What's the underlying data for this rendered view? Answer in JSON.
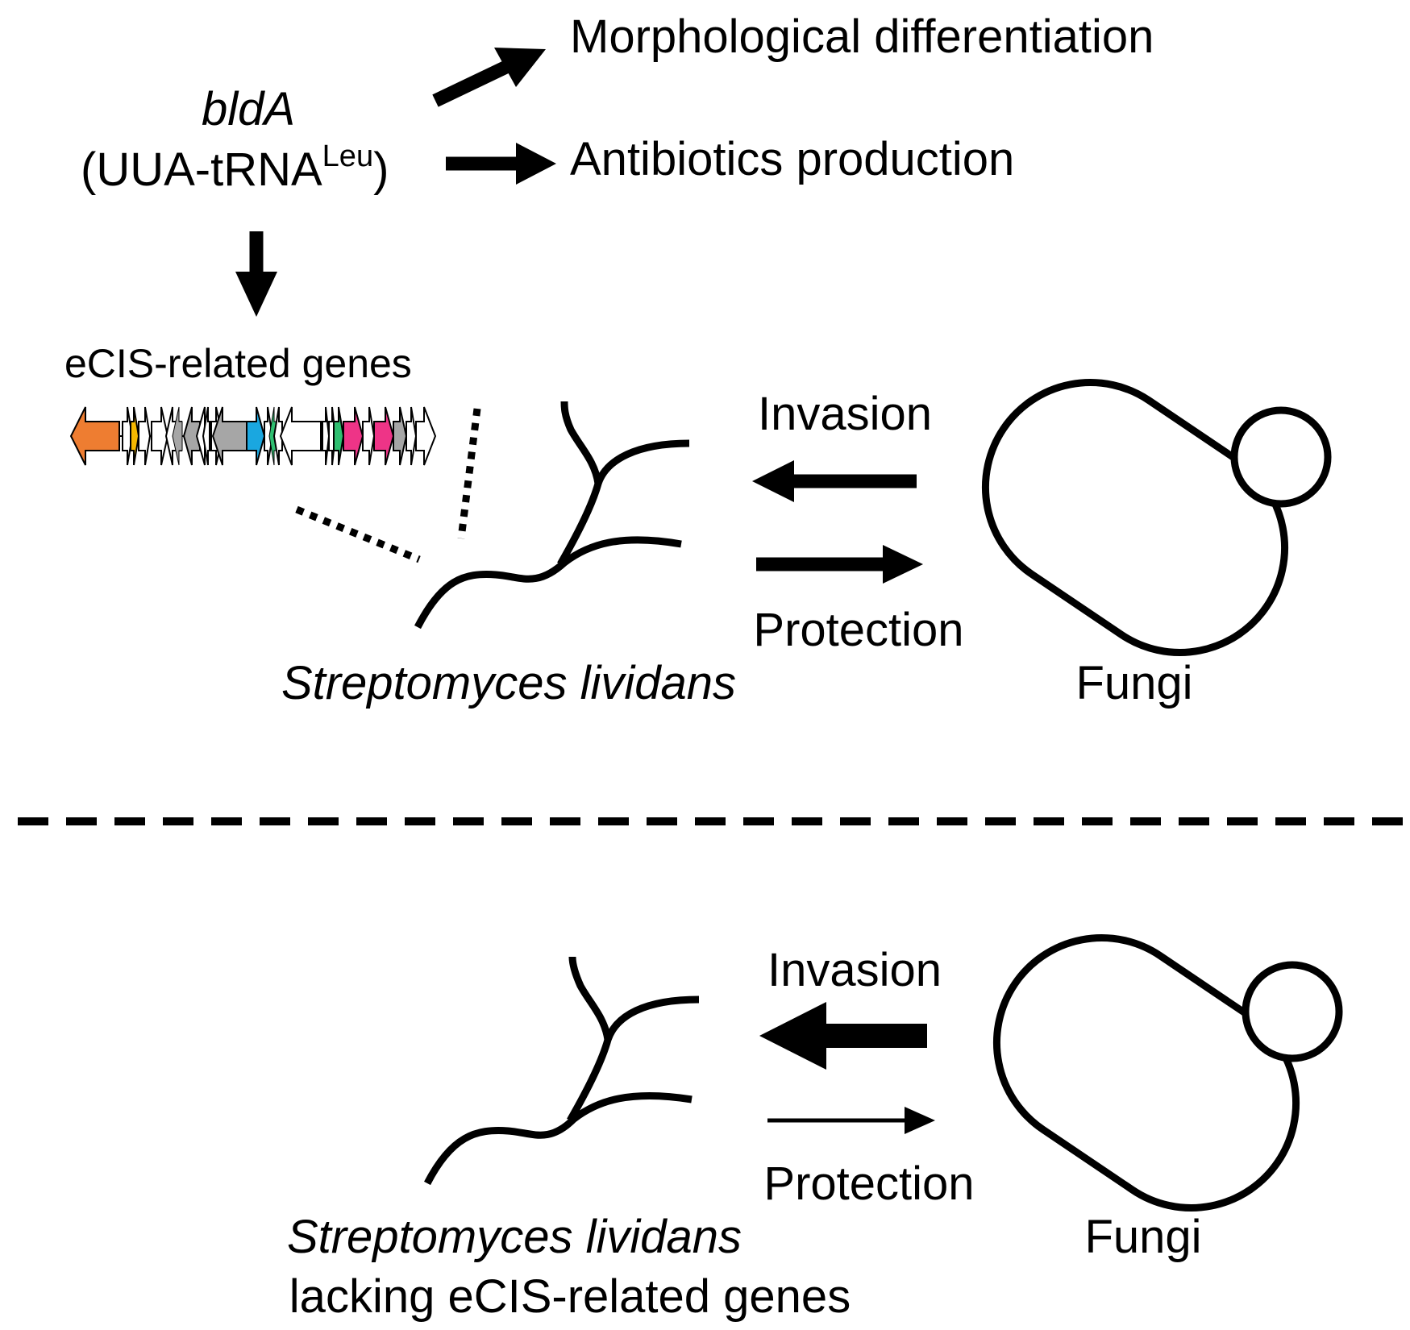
{
  "top": {
    "regulator_name": "bldA",
    "regulator_product_prefix": "(UUA-tRNA",
    "regulator_product_superscript": "Leu",
    "regulator_product_suffix": ")",
    "output_1": "Morphological differentiation",
    "output_2": "Antibiotics production",
    "gene_cluster_label": "eCIS-related genes",
    "invasion_label": "Invasion",
    "protection_label": "Protection",
    "bacterium_label": "Streptomyces lividans",
    "fungi_label": "Fungi"
  },
  "bottom": {
    "invasion_label": "Invasion",
    "protection_label": "Protection",
    "bacterium_label": "Streptomyces lividans",
    "bacterium_sublabel": "lacking eCIS-related genes",
    "fungi_label": "Fungi"
  },
  "gene_colors": {
    "orange": "#ee7d31",
    "yellow": "#f5b800",
    "gray": "#a6a6a6",
    "blue": "#1aa7e0",
    "green": "#2fbf71",
    "pink": "#ee3487",
    "white": "#ffffff"
  }
}
